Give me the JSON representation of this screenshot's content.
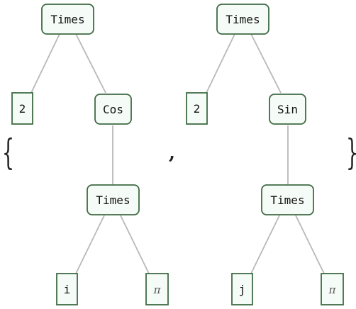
{
  "expression": {
    "open_brace": "{",
    "separator": ",",
    "close_brace": "}"
  },
  "trees": [
    {
      "root": {
        "label": "Times",
        "kind": "head"
      },
      "children": [
        {
          "label": "2",
          "kind": "leaf"
        },
        {
          "label": "Cos",
          "kind": "head",
          "children": [
            {
              "label": "Times",
              "kind": "head",
              "children": [
                {
                  "label": "i",
                  "kind": "leaf"
                },
                {
                  "label": "π",
                  "kind": "leaf"
                }
              ]
            }
          ]
        }
      ]
    },
    {
      "root": {
        "label": "Times",
        "kind": "head"
      },
      "children": [
        {
          "label": "2",
          "kind": "leaf"
        },
        {
          "label": "Sin",
          "kind": "head",
          "children": [
            {
              "label": "Times",
              "kind": "head",
              "children": [
                {
                  "label": "j",
                  "kind": "leaf"
                },
                {
                  "label": "π",
                  "kind": "leaf"
                }
              ]
            }
          ]
        }
      ]
    }
  ],
  "colors": {
    "node_fill": "#f5fbf7",
    "node_border": "#3f6b44",
    "edge": "#b8b8b8"
  }
}
